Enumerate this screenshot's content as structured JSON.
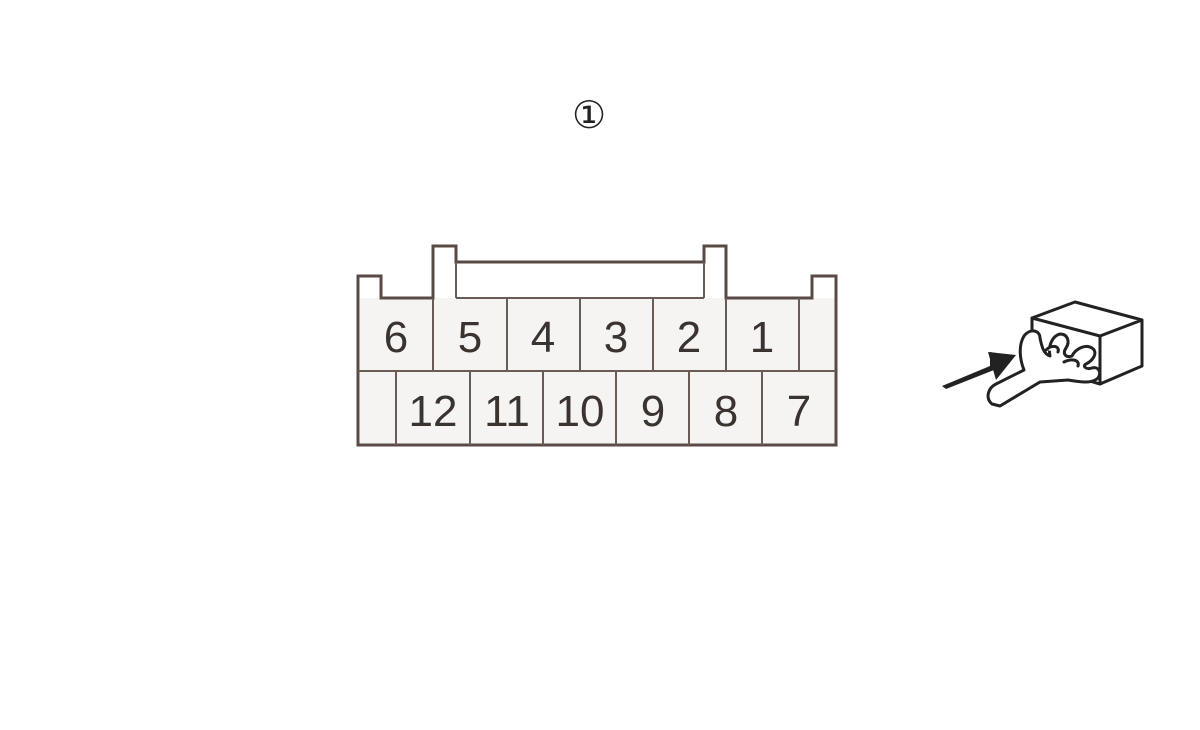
{
  "callout_label": "①",
  "connector": {
    "top_row_pins": [
      "6",
      "5",
      "4",
      "3",
      "2",
      "1"
    ],
    "bottom_row_pins": [
      "12",
      "11",
      "10",
      "9",
      "8",
      "7"
    ]
  },
  "icons": {
    "view_indicator": "hand-pressing-connector-icon",
    "arrow": "arrow-right-icon"
  },
  "colors": {
    "outline": "#5a4a44",
    "text": "#3a3330",
    "background": "#ffffff"
  }
}
